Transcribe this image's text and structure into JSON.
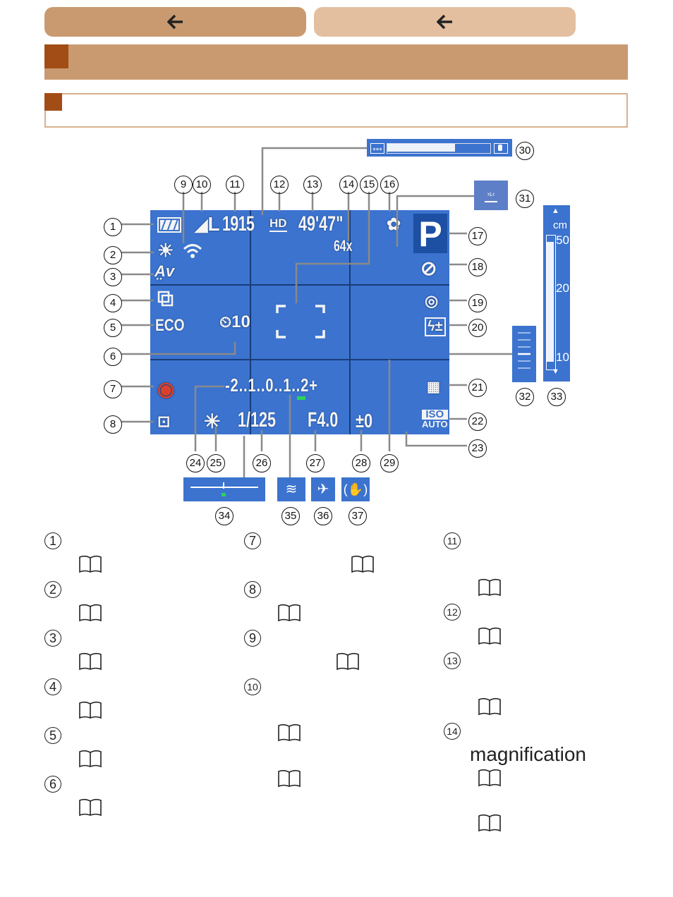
{
  "nav": {
    "back_icon": "arrow-left-icon",
    "next_icon": "arrow-left-icon"
  },
  "screen_display": {
    "shots_remaining": "1915",
    "movie_time": "49'47\"",
    "zoom_magnification": "64x",
    "shooting_mode": "P",
    "self_timer": "10",
    "exposure_scale": "-2..1..0..1..2+",
    "shutter_speed": "1/125",
    "aperture": "F4.0",
    "exposure_compensation": "±0",
    "eco_label": "ECO",
    "iso_label": "ISO",
    "iso_value": "AUTO",
    "focus_range_unit": "cm",
    "focus_range_ticks": [
      "50",
      "20",
      "10"
    ],
    "recording_quality": "L",
    "movie_quality": "HD"
  },
  "callouts": [
    "1",
    "2",
    "3",
    "4",
    "5",
    "6",
    "7",
    "8",
    "9",
    "10",
    "11",
    "12",
    "13",
    "14",
    "15",
    "16",
    "17",
    "18",
    "19",
    "20",
    "21",
    "22",
    "23",
    "24",
    "25",
    "26",
    "27",
    "28",
    "29",
    "30",
    "31",
    "32",
    "33",
    "34",
    "35",
    "36",
    "37"
  ],
  "legend": {
    "col1": [
      "1",
      "2",
      "3",
      "4",
      "5",
      "6"
    ],
    "col2": [
      "7",
      "8",
      "9",
      "10"
    ],
    "col3": [
      "11",
      "12",
      "13",
      "14"
    ],
    "item14_text": "magnification"
  }
}
